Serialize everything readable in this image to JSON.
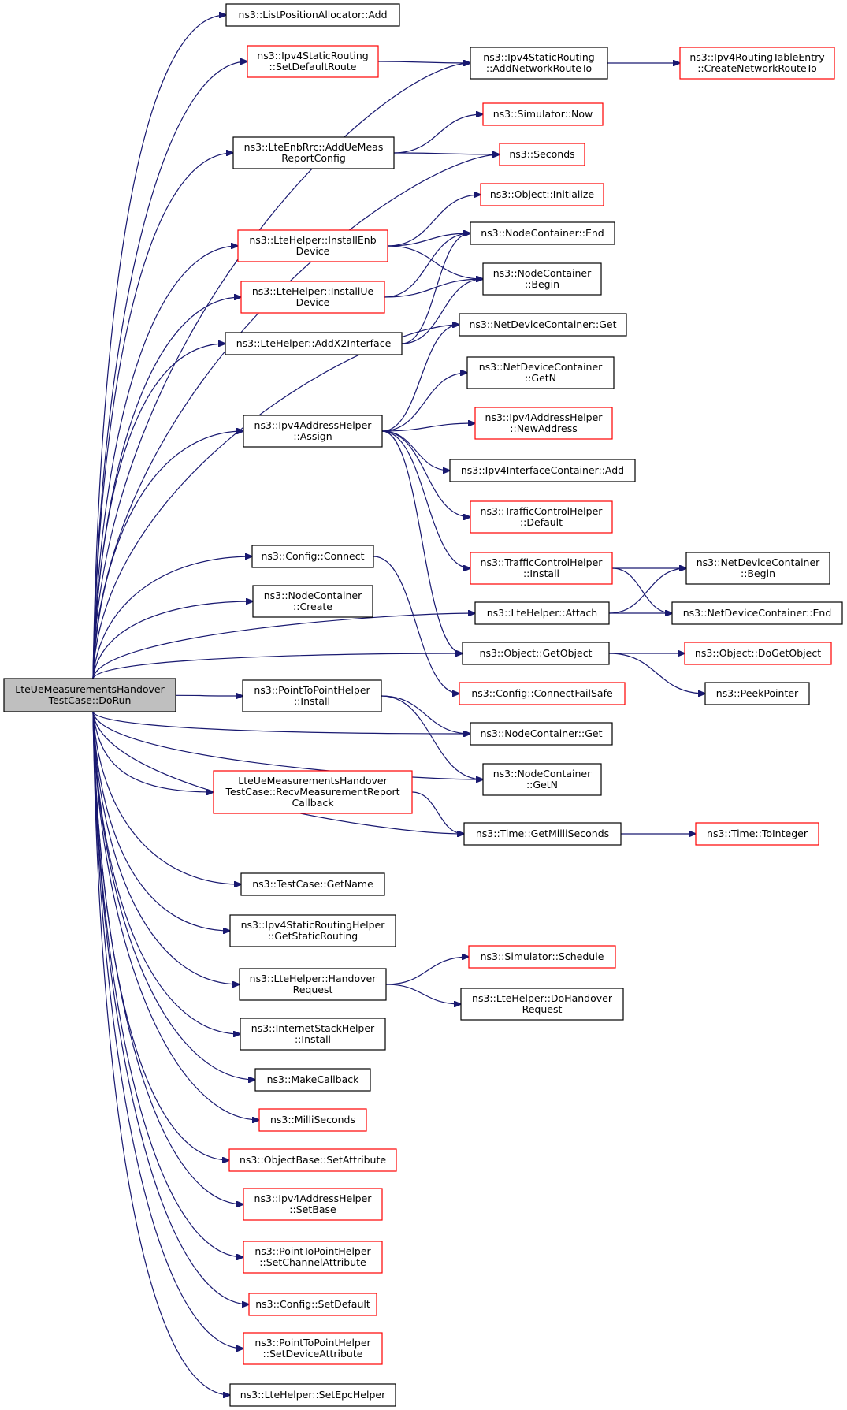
{
  "colors": {
    "edge": "#191970",
    "border_documented": "#000000",
    "border_undocumented": "#ff0000",
    "root_fill": "#bfbfbf",
    "node_fill": "#ffffff"
  },
  "nodes": [
    {
      "id": "root",
      "lines": [
        "LteUeMeasurementsHandover",
        "TestCase::DoRun"
      ],
      "style": "root"
    },
    {
      "id": "lpa_add",
      "lines": [
        "ns3::ListPositionAllocator::Add"
      ],
      "style": "black"
    },
    {
      "id": "setdefroute",
      "lines": [
        "ns3::Ipv4StaticRouting",
        "::SetDefaultRoute"
      ],
      "style": "red"
    },
    {
      "id": "addnetroute",
      "lines": [
        "ns3::Ipv4StaticRouting",
        "::AddNetworkRouteTo"
      ],
      "style": "black"
    },
    {
      "id": "createnetroute",
      "lines": [
        "ns3::Ipv4RoutingTableEntry",
        "::CreateNetworkRouteTo"
      ],
      "style": "red"
    },
    {
      "id": "addmeas",
      "lines": [
        "ns3::LteEnbRrc::AddUeMeas",
        "ReportConfig"
      ],
      "style": "black"
    },
    {
      "id": "now",
      "lines": [
        "ns3::Simulator::Now"
      ],
      "style": "red"
    },
    {
      "id": "seconds",
      "lines": [
        "ns3::Seconds"
      ],
      "style": "red"
    },
    {
      "id": "initialize",
      "lines": [
        "ns3::Object::Initialize"
      ],
      "style": "red"
    },
    {
      "id": "installenb",
      "lines": [
        "ns3::LteHelper::InstallEnb",
        "Device"
      ],
      "style": "red"
    },
    {
      "id": "nc_end",
      "lines": [
        "ns3::NodeContainer::End"
      ],
      "style": "black"
    },
    {
      "id": "nc_begin",
      "lines": [
        "ns3::NodeContainer",
        "::Begin"
      ],
      "style": "black"
    },
    {
      "id": "installue",
      "lines": [
        "ns3::LteHelper::InstallUe",
        "Device"
      ],
      "style": "red"
    },
    {
      "id": "addx2",
      "lines": [
        "ns3::LteHelper::AddX2Interface"
      ],
      "style": "black"
    },
    {
      "id": "ndc_get",
      "lines": [
        "ns3::NetDeviceContainer::Get"
      ],
      "style": "black"
    },
    {
      "id": "ndc_getn",
      "lines": [
        "ns3::NetDeviceContainer",
        "::GetN"
      ],
      "style": "black"
    },
    {
      "id": "assign",
      "lines": [
        "ns3::Ipv4AddressHelper",
        "::Assign"
      ],
      "style": "black"
    },
    {
      "id": "newaddr",
      "lines": [
        "ns3::Ipv4AddressHelper",
        "::NewAddress"
      ],
      "style": "red"
    },
    {
      "id": "iic_add",
      "lines": [
        "ns3::Ipv4InterfaceContainer::Add"
      ],
      "style": "black"
    },
    {
      "id": "tch_default",
      "lines": [
        "ns3::TrafficControlHelper",
        "::Default"
      ],
      "style": "red"
    },
    {
      "id": "tch_install",
      "lines": [
        "ns3::TrafficControlHelper",
        "::Install"
      ],
      "style": "red"
    },
    {
      "id": "ndc_begin",
      "lines": [
        "ns3::NetDeviceContainer",
        "::Begin"
      ],
      "style": "black"
    },
    {
      "id": "cfg_connect",
      "lines": [
        "ns3::Config::Connect"
      ],
      "style": "black"
    },
    {
      "id": "attach",
      "lines": [
        "ns3::LteHelper::Attach"
      ],
      "style": "black"
    },
    {
      "id": "ndc_end",
      "lines": [
        "ns3::NetDeviceContainer::End"
      ],
      "style": "black"
    },
    {
      "id": "nc_create",
      "lines": [
        "ns3::NodeContainer",
        "::Create"
      ],
      "style": "black"
    },
    {
      "id": "getobject",
      "lines": [
        "ns3::Object::GetObject"
      ],
      "style": "black"
    },
    {
      "id": "dogetobject",
      "lines": [
        "ns3::Object::DoGetObject"
      ],
      "style": "red"
    },
    {
      "id": "p2p_install",
      "lines": [
        "ns3::PointToPointHelper",
        "::Install"
      ],
      "style": "black"
    },
    {
      "id": "connectfailsafe",
      "lines": [
        "ns3::Config::ConnectFailSafe"
      ],
      "style": "red"
    },
    {
      "id": "peekpointer",
      "lines": [
        "ns3::PeekPointer"
      ],
      "style": "black"
    },
    {
      "id": "nc_get",
      "lines": [
        "ns3::NodeContainer::Get"
      ],
      "style": "black"
    },
    {
      "id": "nc_getn",
      "lines": [
        "ns3::NodeContainer",
        "::GetN"
      ],
      "style": "black"
    },
    {
      "id": "recvcb",
      "lines": [
        "LteUeMeasurementsHandover",
        "TestCase::RecvMeasurementReport",
        "Callback"
      ],
      "style": "red"
    },
    {
      "id": "getms",
      "lines": [
        "ns3::Time::GetMilliSeconds"
      ],
      "style": "black"
    },
    {
      "id": "tointeger",
      "lines": [
        "ns3::Time::ToInteger"
      ],
      "style": "red"
    },
    {
      "id": "getname",
      "lines": [
        "ns3::TestCase::GetName"
      ],
      "style": "black"
    },
    {
      "id": "getstaticrouting",
      "lines": [
        "ns3::Ipv4StaticRoutingHelper",
        "::GetStaticRouting"
      ],
      "style": "black"
    },
    {
      "id": "handoverreq",
      "lines": [
        "ns3::LteHelper::Handover",
        "Request"
      ],
      "style": "black"
    },
    {
      "id": "schedule",
      "lines": [
        "ns3::Simulator::Schedule"
      ],
      "style": "red"
    },
    {
      "id": "dohandover",
      "lines": [
        "ns3::LteHelper::DoHandover",
        "Request"
      ],
      "style": "black"
    },
    {
      "id": "ish_install",
      "lines": [
        "ns3::InternetStackHelper",
        "::Install"
      ],
      "style": "black"
    },
    {
      "id": "makecallback",
      "lines": [
        "ns3::MakeCallback"
      ],
      "style": "black"
    },
    {
      "id": "milliseconds",
      "lines": [
        "ns3::MilliSeconds"
      ],
      "style": "red"
    },
    {
      "id": "setattribute",
      "lines": [
        "ns3::ObjectBase::SetAttribute"
      ],
      "style": "red"
    },
    {
      "id": "setbase",
      "lines": [
        "ns3::Ipv4AddressHelper",
        "::SetBase"
      ],
      "style": "red"
    },
    {
      "id": "setchannelattr",
      "lines": [
        "ns3::PointToPointHelper",
        "::SetChannelAttribute"
      ],
      "style": "red"
    },
    {
      "id": "setdefault",
      "lines": [
        "ns3::Config::SetDefault"
      ],
      "style": "red"
    },
    {
      "id": "setdeviceattr",
      "lines": [
        "ns3::PointToPointHelper",
        "::SetDeviceAttribute"
      ],
      "style": "red"
    },
    {
      "id": "setepchelper",
      "lines": [
        "ns3::LteHelper::SetEpcHelper"
      ],
      "style": "black"
    }
  ]
}
